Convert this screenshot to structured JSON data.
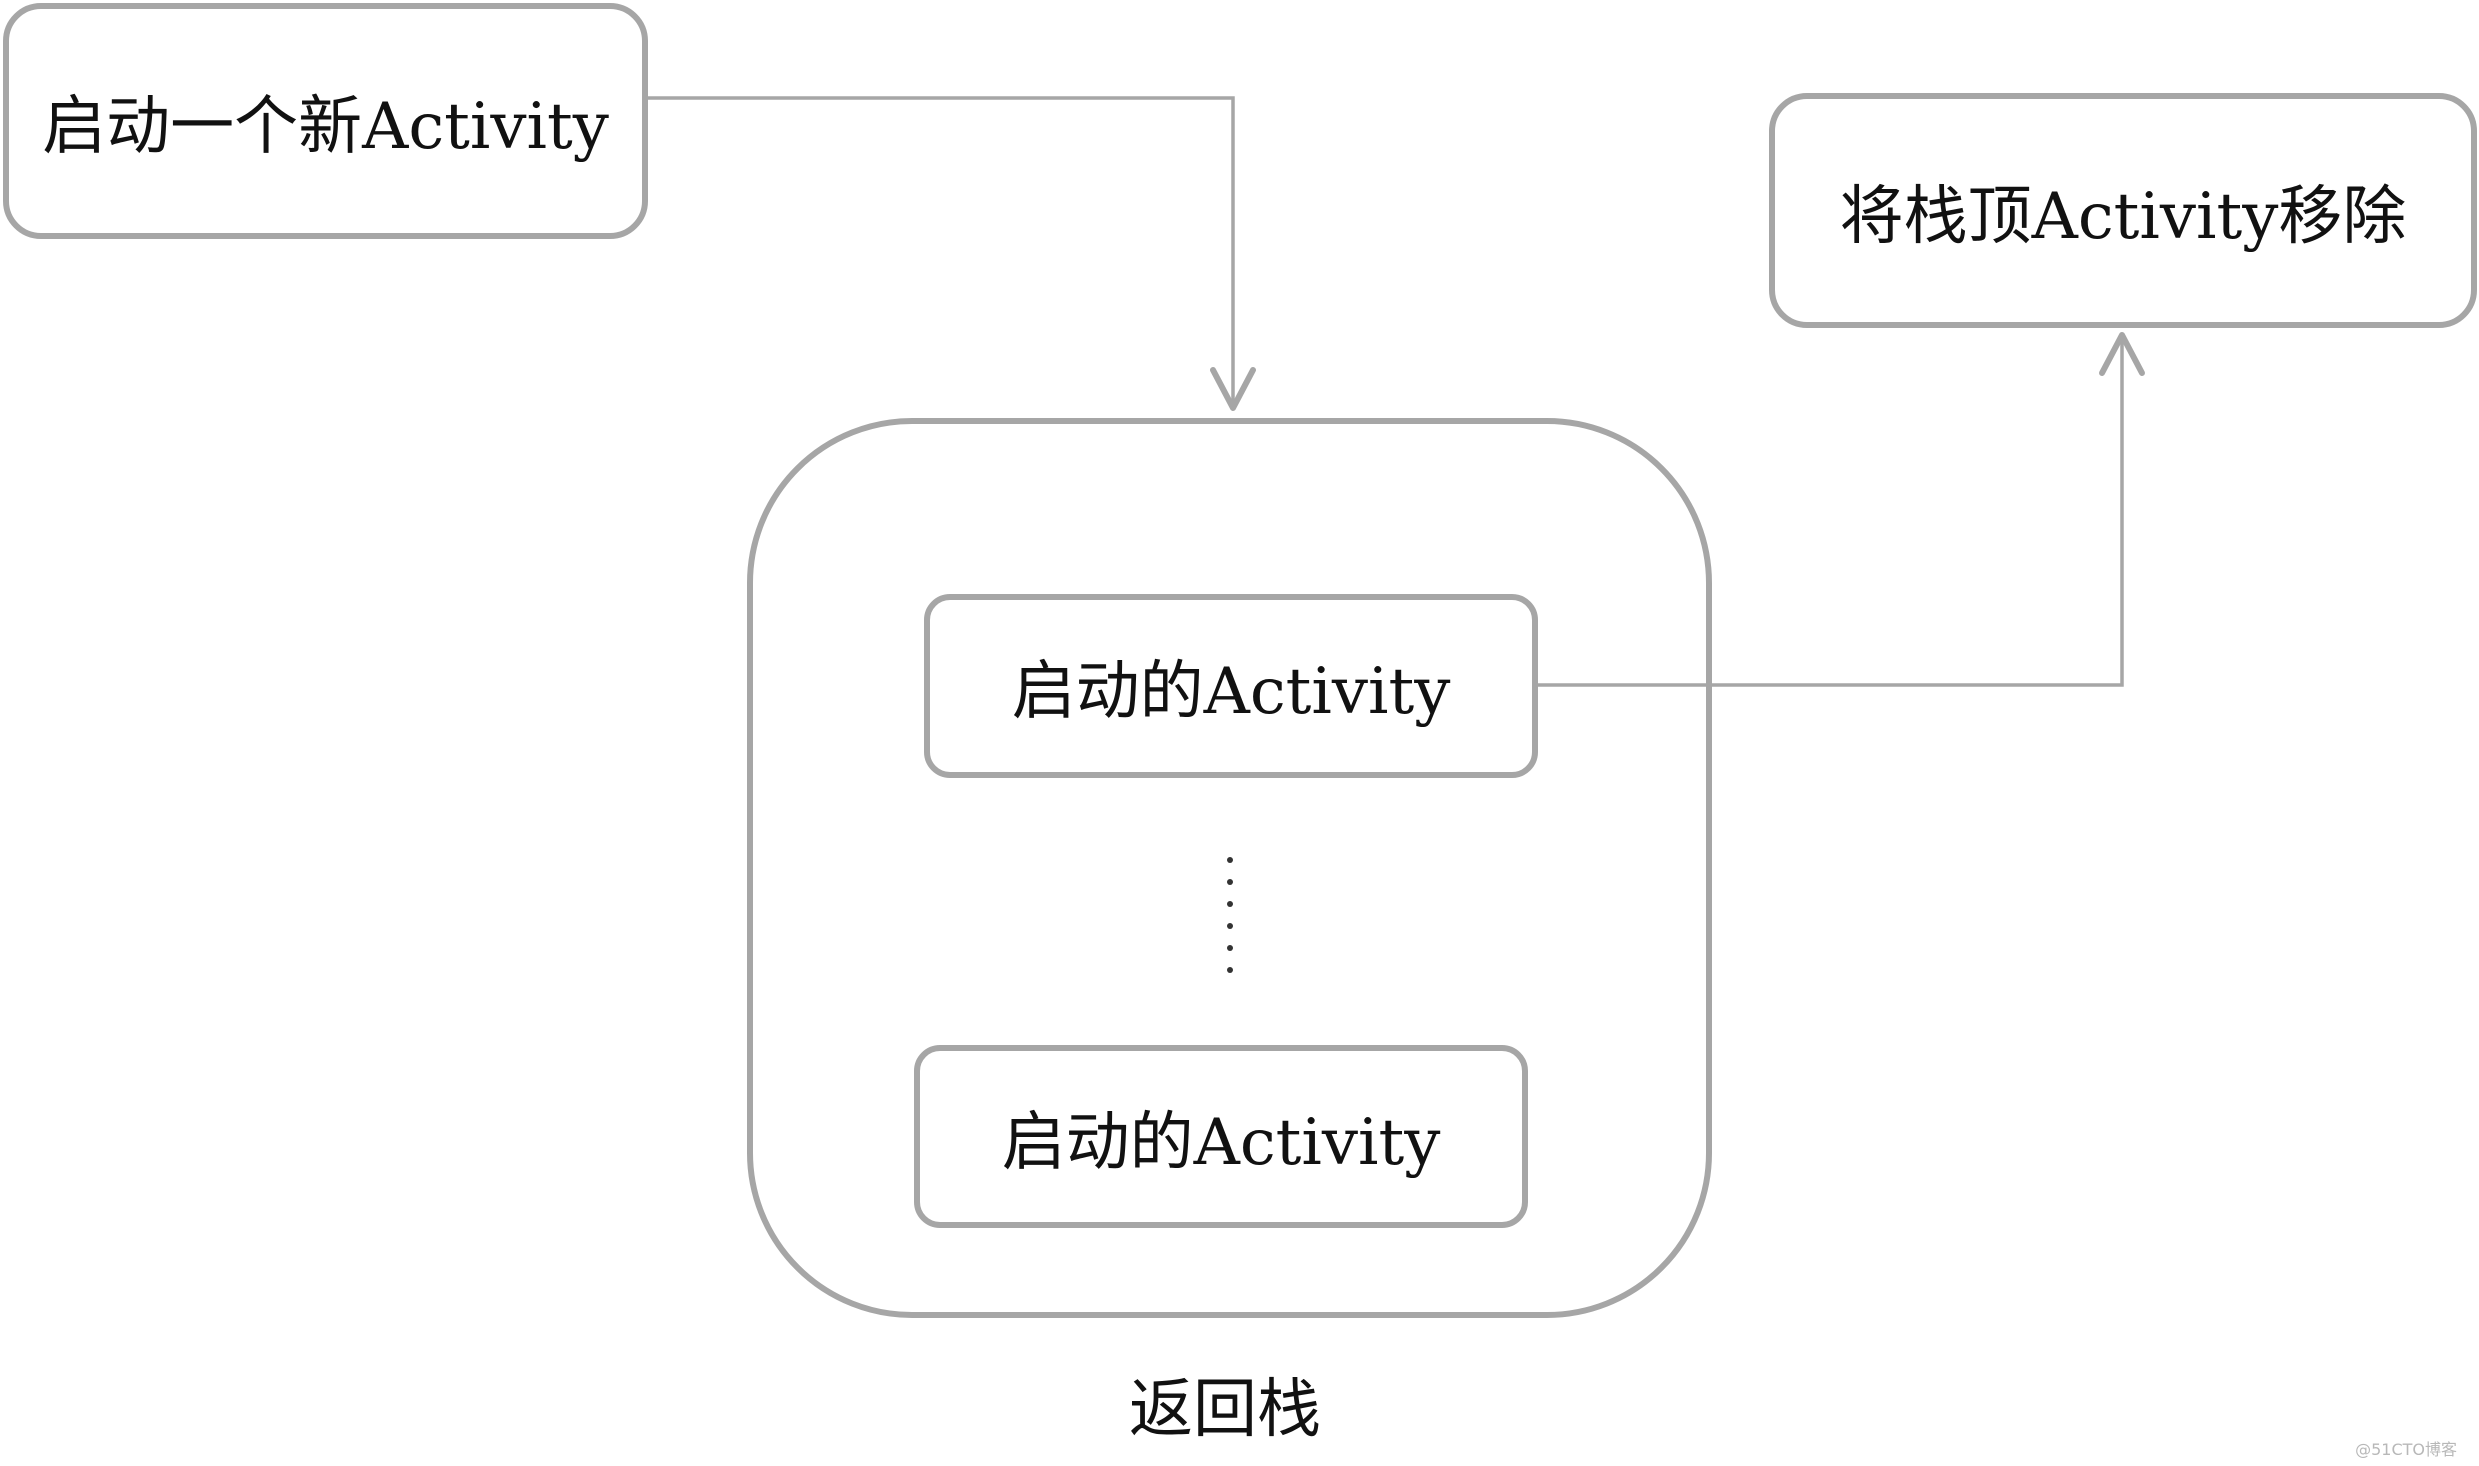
{
  "diagram": {
    "nodes": {
      "start_new": "启动一个新Activity",
      "remove_top": "将栈顶Activity移除",
      "stack_top": "启动的Activity",
      "stack_bottom": "启动的Activity"
    },
    "stack_label": "返回栈",
    "ellipsis_dots": 6,
    "edges": [
      {
        "from": "start_new",
        "to": "back_stack"
      },
      {
        "from": "stack_top",
        "to": "remove_top"
      }
    ]
  },
  "watermark": "@51CTO博客"
}
